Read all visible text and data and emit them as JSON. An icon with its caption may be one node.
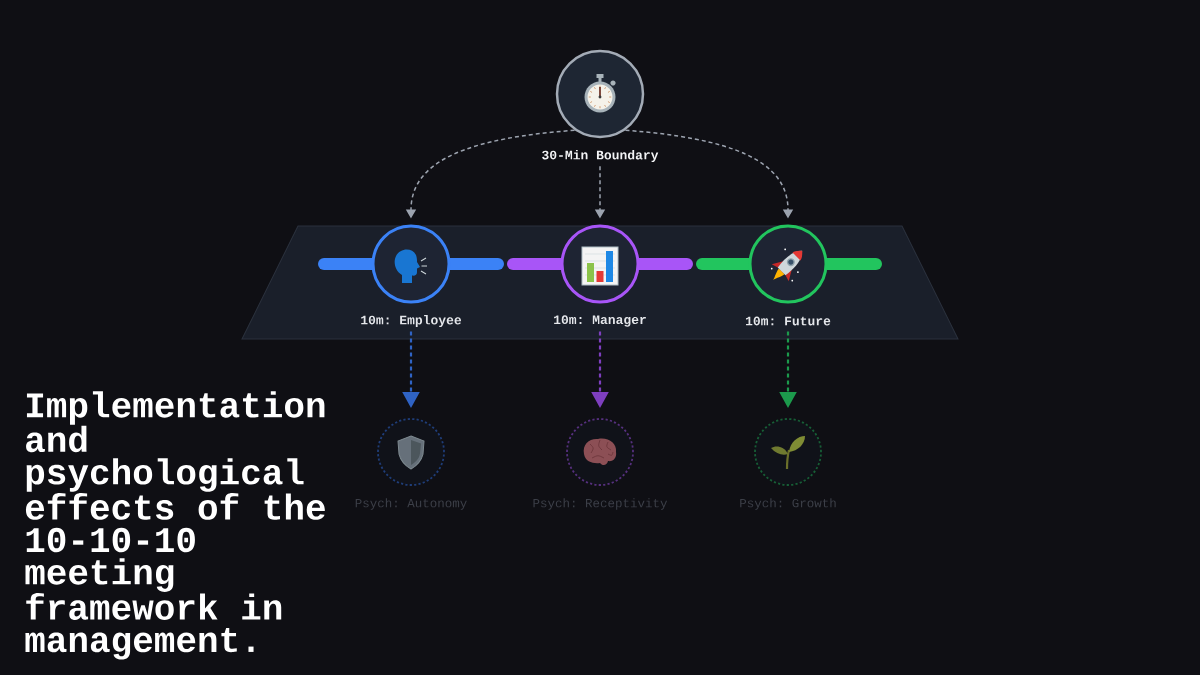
{
  "diagram": {
    "title": "Implementation and psychological effects of the 10-10-10 meeting framework in management.",
    "nodes": [
      {
        "text": [
          "30-Min Boundary"
        ]
      },
      {
        "text": [],
        "shape": "trapezoid"
      },
      {
        "text": [
          "10m: Employee"
        ],
        "in": 1
      },
      {
        "text": [
          "10m: Manager"
        ],
        "in": 1
      },
      {
        "text": [
          "10m: Future"
        ],
        "in": 1
      },
      {
        "text": [
          "Psych: Autonomy"
        ]
      },
      {
        "text": [
          "Psych: Receptivity"
        ]
      },
      {
        "text": [
          "Psych: Growth"
        ]
      }
    ],
    "edges": [
      {
        "from": 0,
        "to": 2,
        "arrow": "to",
        "style": "dashed",
        "color": "#9ca3af"
      },
      {
        "from": 0,
        "to": 3,
        "arrow": "to",
        "style": "dashed",
        "color": "#9ca3af"
      },
      {
        "from": 0,
        "to": 4,
        "arrow": "to",
        "style": "dashed",
        "color": "#9ca3af"
      },
      {
        "from": 2,
        "to": 5,
        "arrow": "to",
        "style": "dashed",
        "color": "#2f63c4"
      },
      {
        "from": 3,
        "to": 6,
        "arrow": "to",
        "style": "dashed",
        "color": "#7e3fbf"
      },
      {
        "from": 4,
        "to": 7,
        "arrow": "to",
        "style": "dashed",
        "color": "#1c9a4c"
      }
    ]
  }
}
